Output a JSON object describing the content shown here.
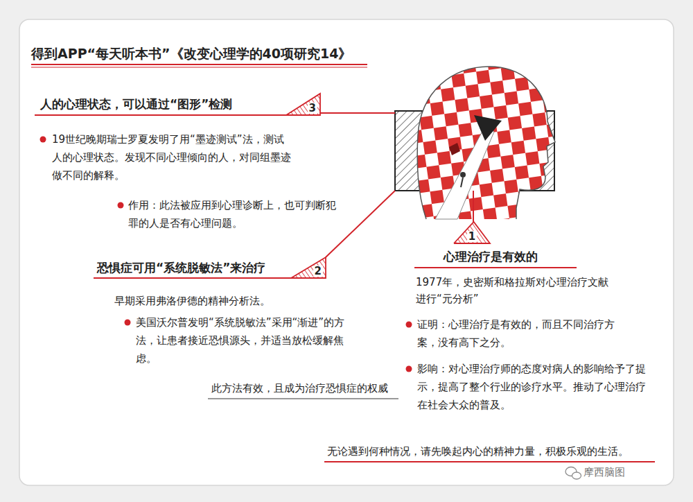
{
  "diagram": {
    "title": "得到APP“每天听本书”《改变心理学的40项研究14》",
    "nodes": [
      {
        "text": [
          "1"
        ]
      },
      {
        "text": [
          "2"
        ]
      },
      {
        "text": [
          "3"
        ]
      }
    ],
    "labels": [
      "人的心理状态，可以通过“图形”检测",
      "19世纪晚期瑞士罗夏发明了用“墨迹测试”法，测试人的心理状态。发现不同心理倾向的人，对同组墨迹做不同的解释。",
      "作用：此法被应用到心理诊断上，也可判断犯罪的人是否有心理问题。",
      "恐惧症可用“系统脱敏法”来治疗",
      "早期采用弗洛伊德的精神分析法。",
      "美国沃尔普发明“系统脱敏法”采用“渐进”的方法，让患者接近恐惧源头，并适当放松缓解焦虑。",
      "此方法有效，且成为治疗恐惧症的权威",
      "心理治疗是有效的",
      "1977年，史密斯和格拉斯对心理治疗文献进行“元分析”",
      "证明：心理治疗是有效的，而且不同治疗方案，没有高下之分。",
      "影响：对心理治疗师的态度对病人的影响给予了提示，提高了整个行业的诊疗水平。推动了心理治疗在社会大众的普及。",
      "无论遇到何种情况，请先唤起内心的精神力量，积极乐观的生活。",
      "摩西脑图"
    ]
  }
}
